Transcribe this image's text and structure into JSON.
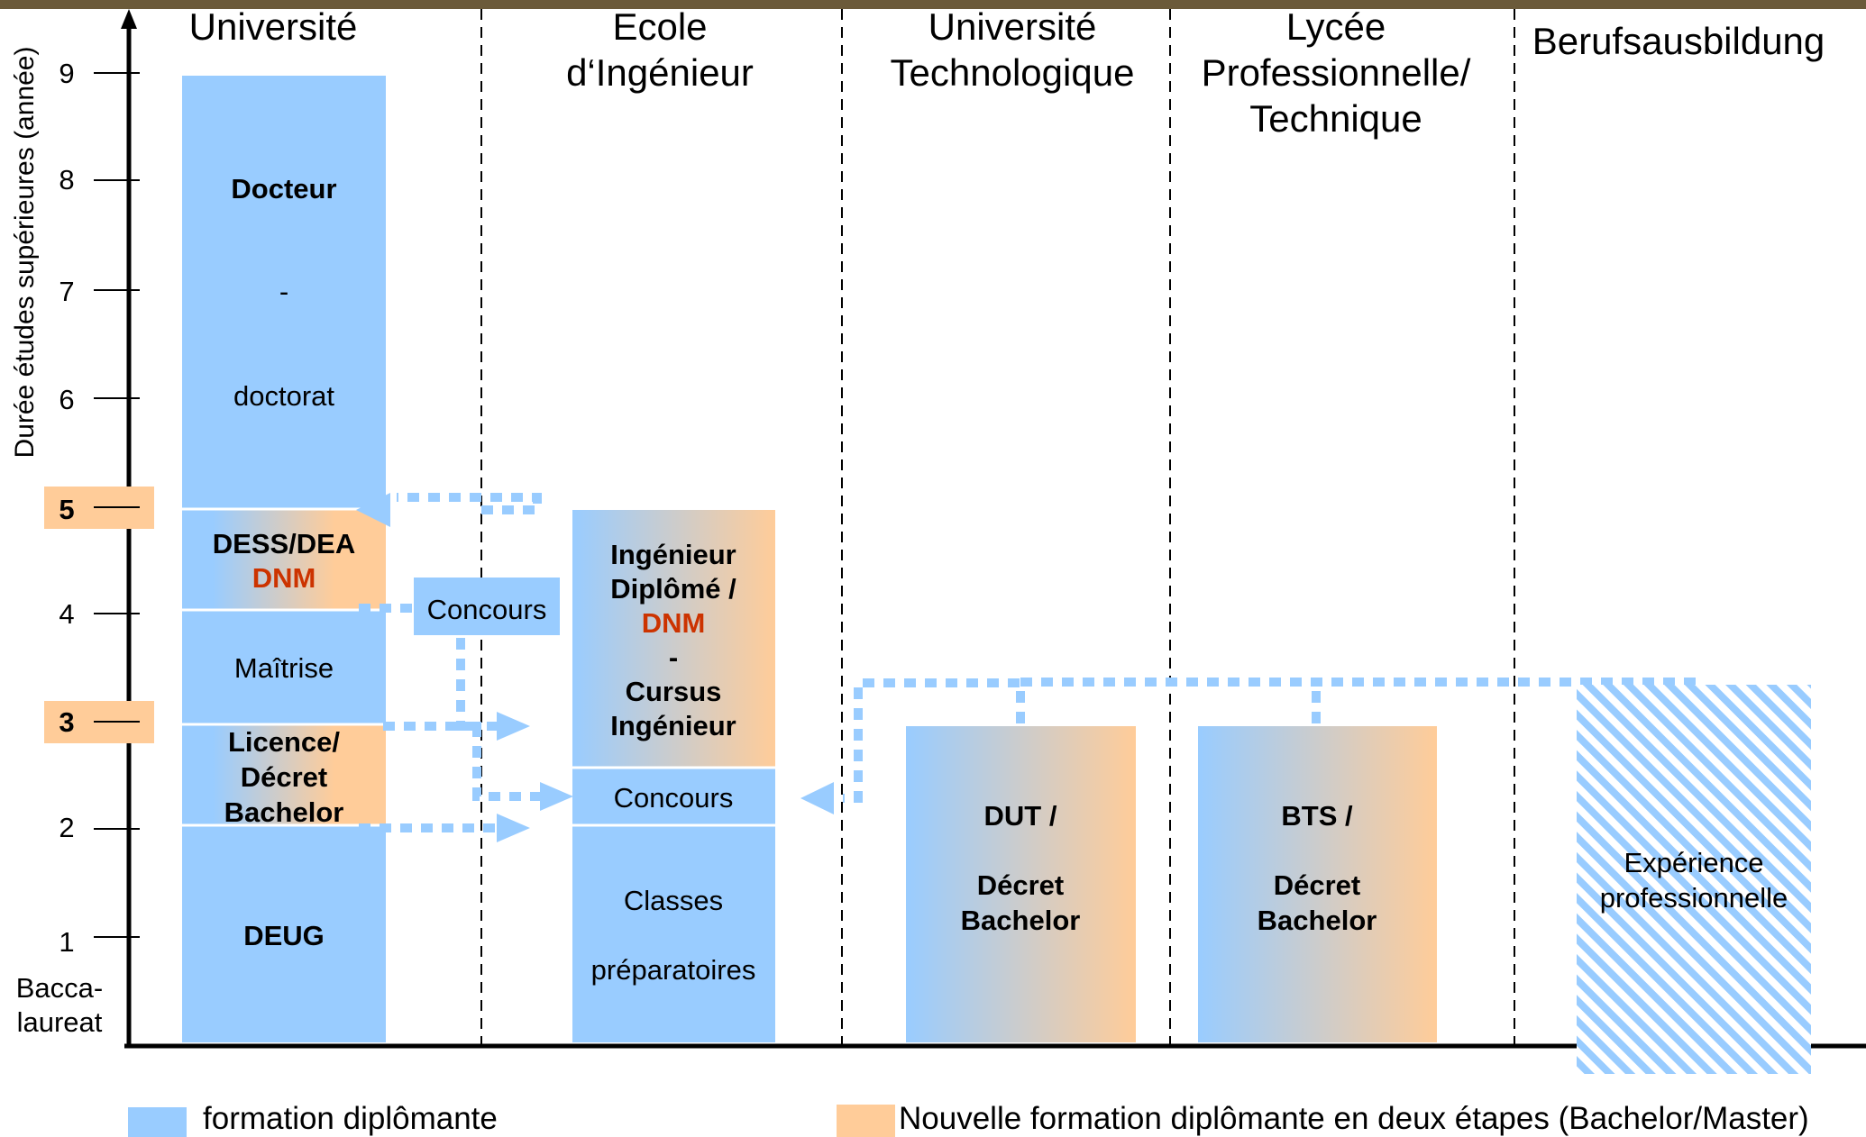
{
  "columns": [
    {
      "title_lines": [
        "Université"
      ]
    },
    {
      "title_lines": [
        "Ecole",
        "d‘Ingénieur"
      ]
    },
    {
      "title_lines": [
        "Université",
        "Technologique"
      ]
    },
    {
      "title_lines": [
        "Lycée",
        "Professionnelle/",
        "Technique"
      ]
    },
    {
      "title_lines": [
        "Berufsausbildung"
      ]
    }
  ],
  "y_axis": {
    "title": "Durée études supérieures (année)",
    "ticks": [
      "1",
      "2",
      "3",
      "4",
      "5",
      "6",
      "7",
      "8",
      "9"
    ],
    "highlighted_ticks": [
      "3",
      "5"
    ],
    "baseline_label_lines": [
      "Bacca-",
      "laureat"
    ]
  },
  "blocks": {
    "univ_doctorat": {
      "lines": [
        "Docteur",
        "-",
        "doctorat"
      ]
    },
    "univ_dess": {
      "line1": "DESS/DEA",
      "line2": "DNM"
    },
    "univ_maitrise": {
      "label": "Maîtrise"
    },
    "univ_licence": {
      "lines": [
        "Licence/",
        "Décret",
        "Bachelor"
      ]
    },
    "univ_deug": {
      "label": "DEUG"
    },
    "concours_univ": {
      "label": "Concours"
    },
    "ing_diplome": {
      "lines": [
        "Ingénieur",
        "Diplômé /"
      ],
      "dnm": "DNM",
      "dash": "-",
      "lines2": [
        "Cursus",
        "Ingénieur"
      ]
    },
    "ing_concours": {
      "label": "Concours"
    },
    "ing_prepas": {
      "lines": [
        "Classes",
        "préparatoires"
      ]
    },
    "dut": {
      "lines": [
        "DUT /",
        "Décret",
        "Bachelor"
      ]
    },
    "bts": {
      "lines": [
        "BTS /",
        "Décret",
        "Bachelor"
      ]
    },
    "experience": {
      "lines": [
        "Expérience",
        "professionnelle"
      ]
    }
  },
  "legend": {
    "blue_label": "formation diplômante",
    "orange_label": "Nouvelle formation diplômante en deux étapes (Bachelor/Master)"
  },
  "colors": {
    "blue": "#99CCFF",
    "orange": "#FFCC99",
    "dnm_red": "#CC3300",
    "arrow": "#99CCFF",
    "text": "#000000"
  }
}
